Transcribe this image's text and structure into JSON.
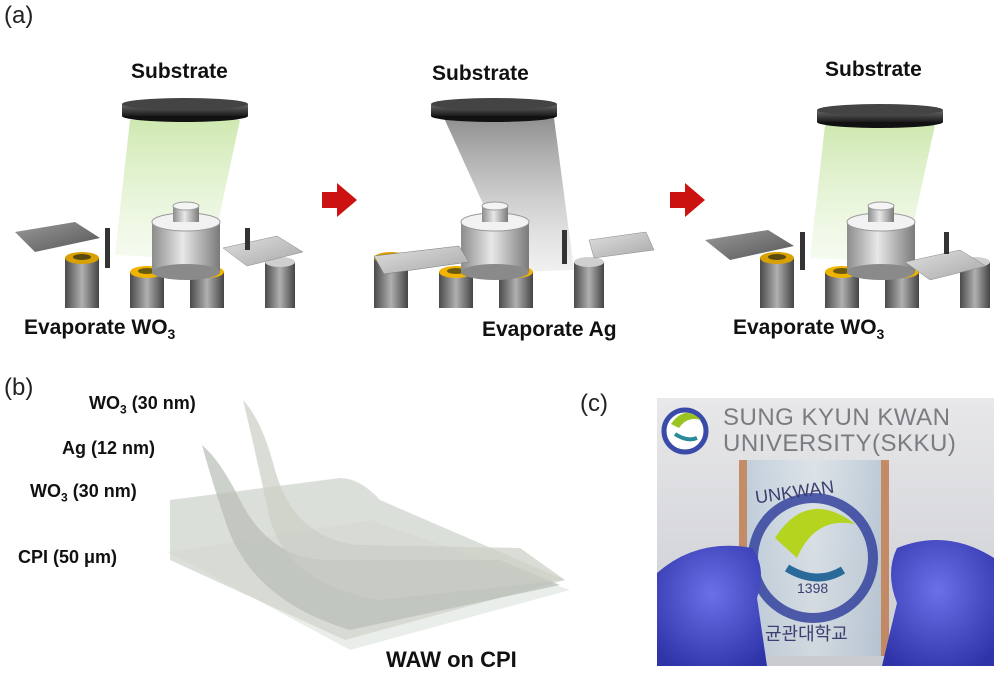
{
  "panel_a": {
    "letter": "(a)",
    "steps": [
      {
        "substrate_label": "Substrate",
        "caption_main": "Evaporate WO",
        "caption_sub": "3",
        "beam": "green"
      },
      {
        "substrate_label": "Substrate",
        "caption_main": "Evaporate Ag",
        "caption_sub": "",
        "beam": "gray"
      },
      {
        "substrate_label": "Substrate",
        "caption_main": "Evaporate WO",
        "caption_sub": "3",
        "beam": "green"
      }
    ]
  },
  "panel_b": {
    "letter": "(b)",
    "layers": [
      {
        "main": "WO",
        "sub": "3",
        "rest": " (30 nm)"
      },
      {
        "main": "Ag (12 nm)",
        "sub": "",
        "rest": ""
      },
      {
        "main": "WO",
        "sub": "3",
        "rest": " (30 nm)"
      },
      {
        "main": "CPI (50 μm)",
        "sub": "",
        "rest": ""
      }
    ],
    "caption": "WAW on CPI"
  },
  "panel_c": {
    "letter": "(c)",
    "logo_line1": "SUNG KYUN KWAN",
    "logo_line2": "UNIVERSITY(SKKU)",
    "film_text_top": "UNKWAN",
    "film_year": "1398",
    "film_text_bottom": "균관대학교"
  },
  "colors": {
    "arrow": "#cc1111",
    "beam_green": "#b8dc94",
    "beam_gray": "#9a9a9a",
    "gold": "#f0b400",
    "glove": "#4a4fd0"
  }
}
